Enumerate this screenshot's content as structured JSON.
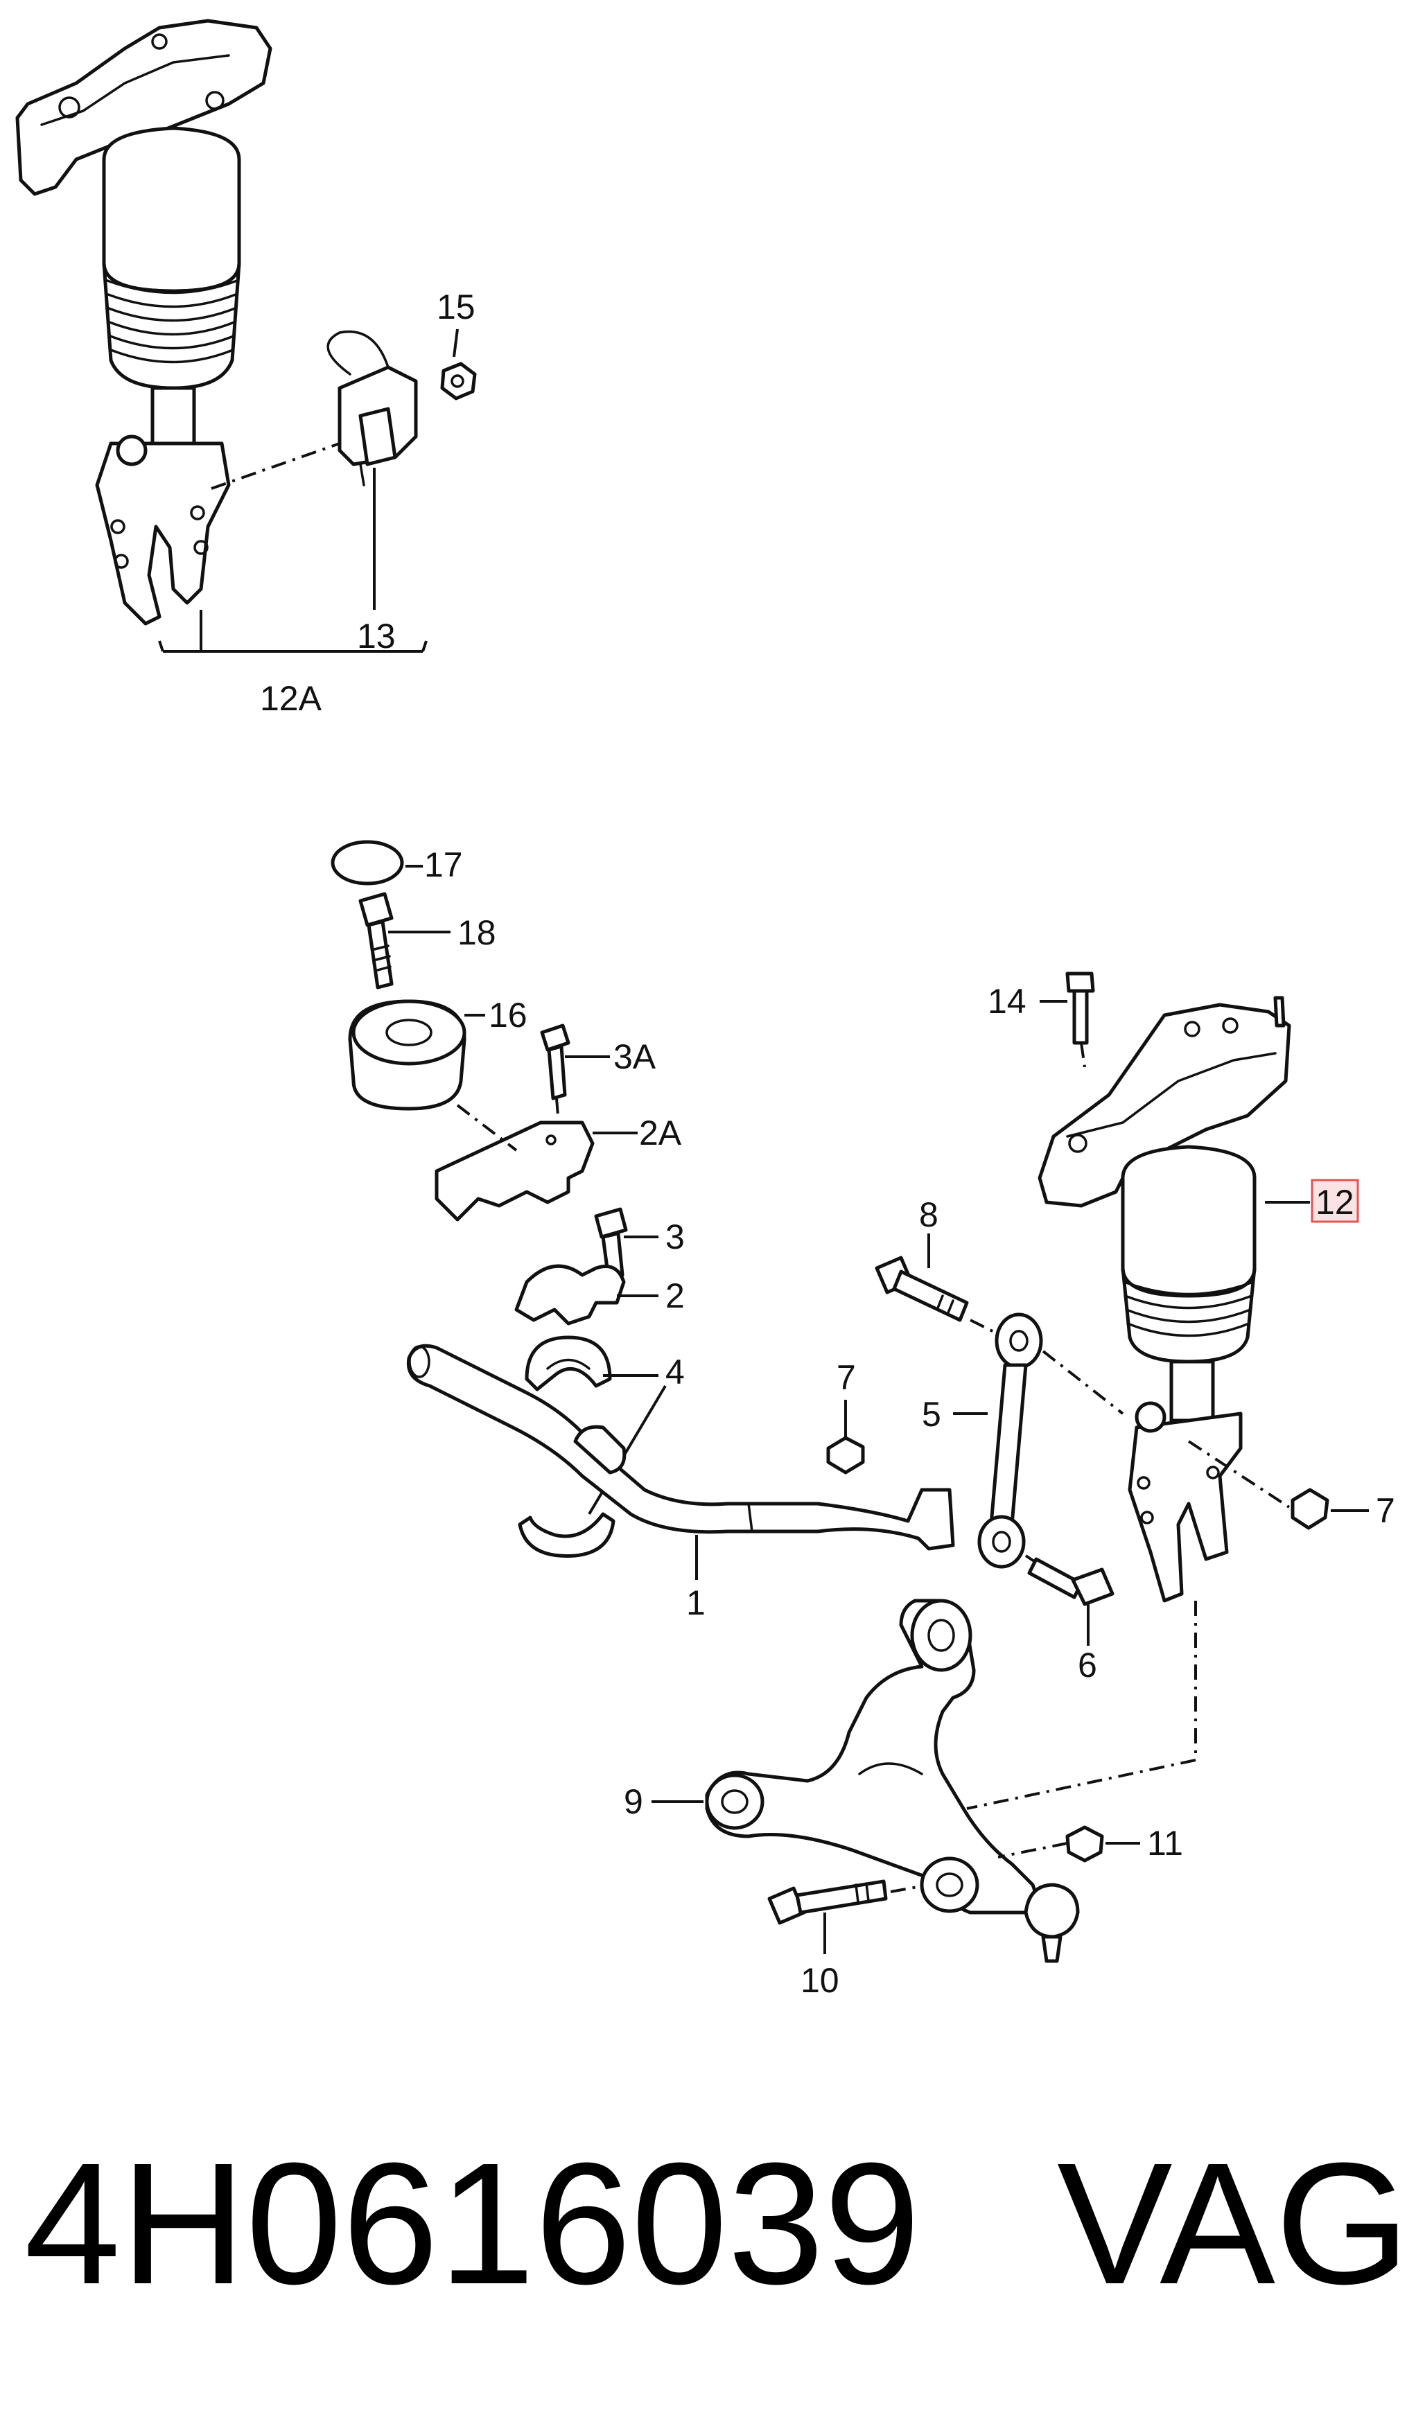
{
  "callouts": {
    "c1": "1",
    "c2": "2",
    "c2A": "2A",
    "c3": "3",
    "c3A": "3A",
    "c4": "4",
    "c5": "5",
    "c6": "6",
    "c7a": "7",
    "c7b": "7",
    "c8": "8",
    "c9": "9",
    "c10": "10",
    "c11": "11",
    "c12": "12",
    "c12A": "12A",
    "c13": "13",
    "c14": "14",
    "c15": "15",
    "c16": "16",
    "c17": "17",
    "c18": "18"
  },
  "highlight": {
    "color": "#e05555",
    "fill": "#fbe3e3"
  },
  "footer": {
    "part_number": "4H0616039",
    "brand": "VAG"
  },
  "icons": [
    "air-strut",
    "level-sensor",
    "nut",
    "bolt",
    "rubber-mount",
    "stabilizer-bar",
    "bushing",
    "clamp",
    "coupling-rod",
    "control-arm",
    "cap"
  ]
}
